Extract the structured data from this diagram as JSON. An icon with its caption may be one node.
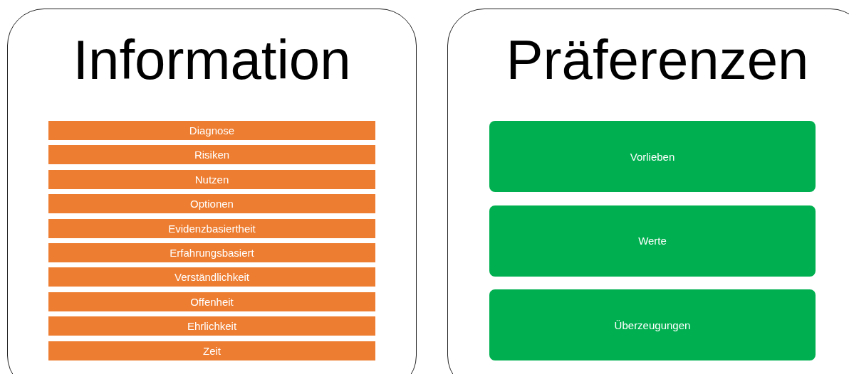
{
  "diagram": {
    "nodes": [
      {
        "text": [
          "Information"
        ]
      },
      {
        "text": [
          "Diagnose"
        ],
        "in": 0
      },
      {
        "text": [
          "Risiken"
        ],
        "in": 0
      },
      {
        "text": [
          "Nutzen"
        ],
        "in": 0
      },
      {
        "text": [
          "Optionen"
        ],
        "in": 0
      },
      {
        "text": [
          "Evidenzbasiertheit"
        ],
        "in": 0
      },
      {
        "text": [
          "Erfahrungsbasiert"
        ],
        "in": 0
      },
      {
        "text": [
          "Verständlichkeit"
        ],
        "in": 0
      },
      {
        "text": [
          "Offenheit"
        ],
        "in": 0
      },
      {
        "text": [
          "Ehrlichkeit"
        ],
        "in": 0
      },
      {
        "text": [
          "Zeit"
        ],
        "in": 0
      },
      {
        "text": [
          "Präferenzen"
        ]
      },
      {
        "text": [
          "Vorlieben"
        ],
        "in": 11
      },
      {
        "text": [
          "Werte"
        ],
        "in": 11
      },
      {
        "text": [
          "Überzeugungen"
        ],
        "in": 11
      }
    ]
  }
}
